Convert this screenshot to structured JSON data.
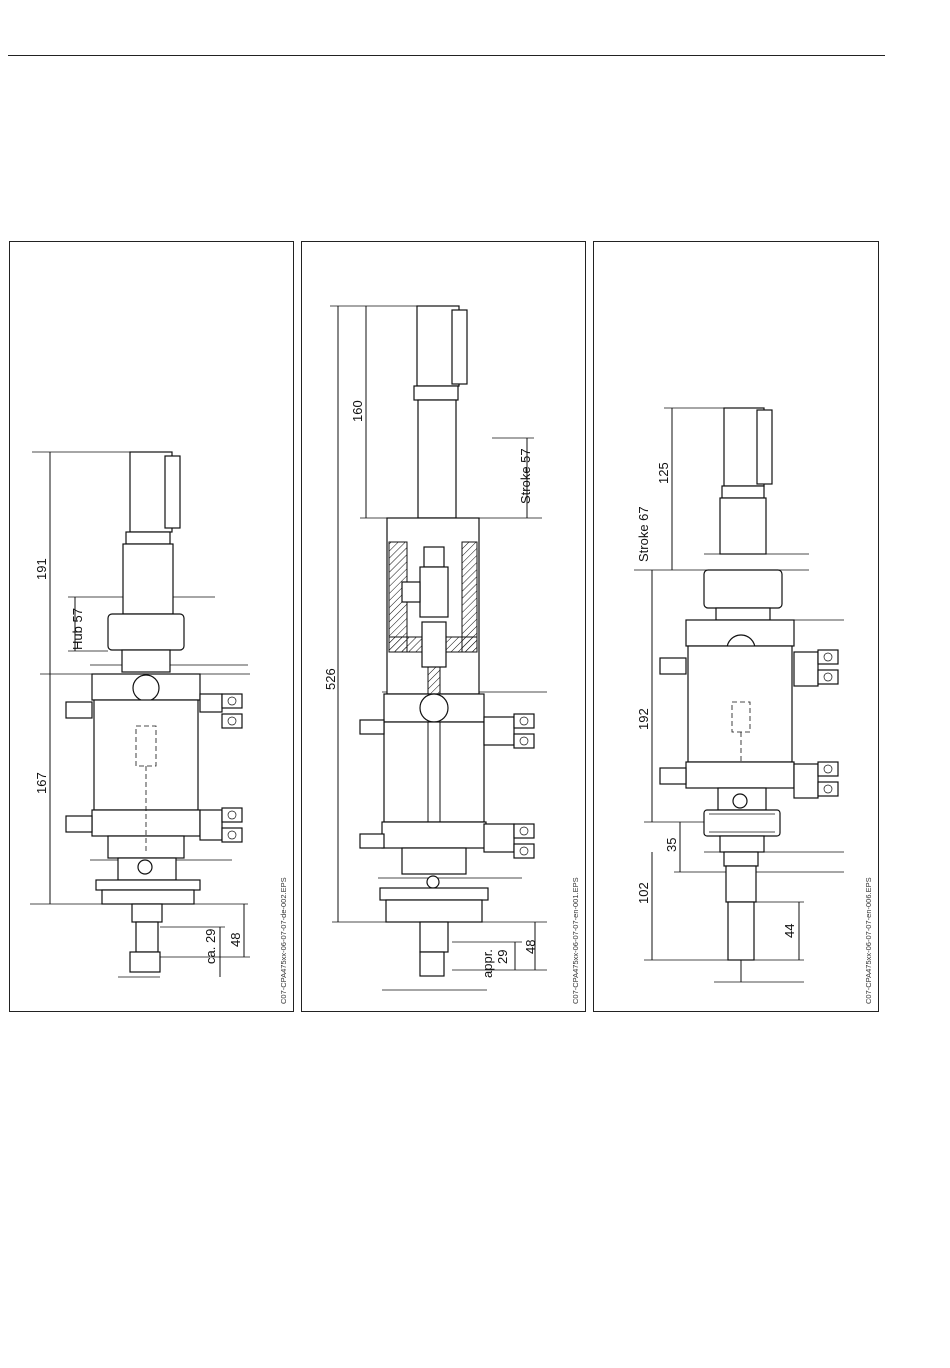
{
  "panels": [
    {
      "id": "left",
      "figure_code": "C07-CPA475xx-06-07-07-de-002.EPS",
      "dimensions": {
        "total_top": "191",
        "hub": "Hub 57",
        "body": "167",
        "probe_ca": "ca. 29",
        "bottom": "48"
      }
    },
    {
      "id": "middle",
      "figure_code": "C07-CPA475xx-06-07-07-en-001.EPS",
      "dimensions": {
        "top": "160",
        "stroke": "Stroke 57",
        "overall": "526",
        "probe_appr_label": "appr.",
        "probe_appr_value": "29",
        "bottom": "48"
      }
    },
    {
      "id": "right",
      "figure_code": "C07-CPA475xx-06-07-07-en-006.EPS",
      "dimensions": {
        "top": "125",
        "stroke": "Stroke 67",
        "body": "192",
        "collar": "35",
        "lower": "102",
        "probe": "44"
      }
    }
  ]
}
